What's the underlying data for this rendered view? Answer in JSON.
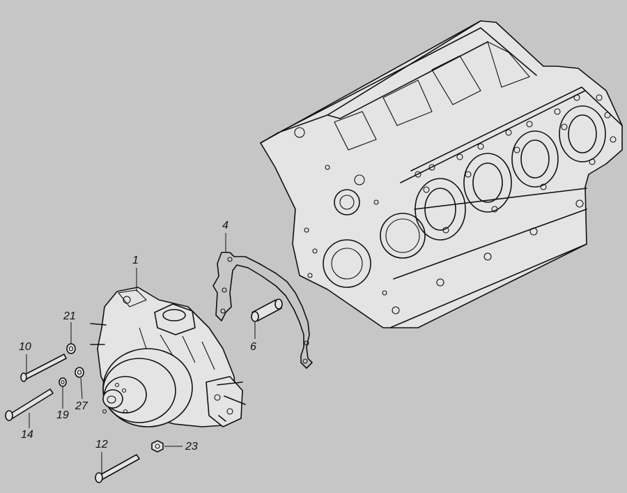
{
  "labels": {
    "p1": "1",
    "p4": "4",
    "p6": "6",
    "p10": "10",
    "p12": "12",
    "p14": "14",
    "p19": "19",
    "p21": "21",
    "p23": "23",
    "p27": "27"
  },
  "colors": {
    "background": "#c6c6c6",
    "line": "#111111",
    "part_fill": "#e4e4e4"
  }
}
